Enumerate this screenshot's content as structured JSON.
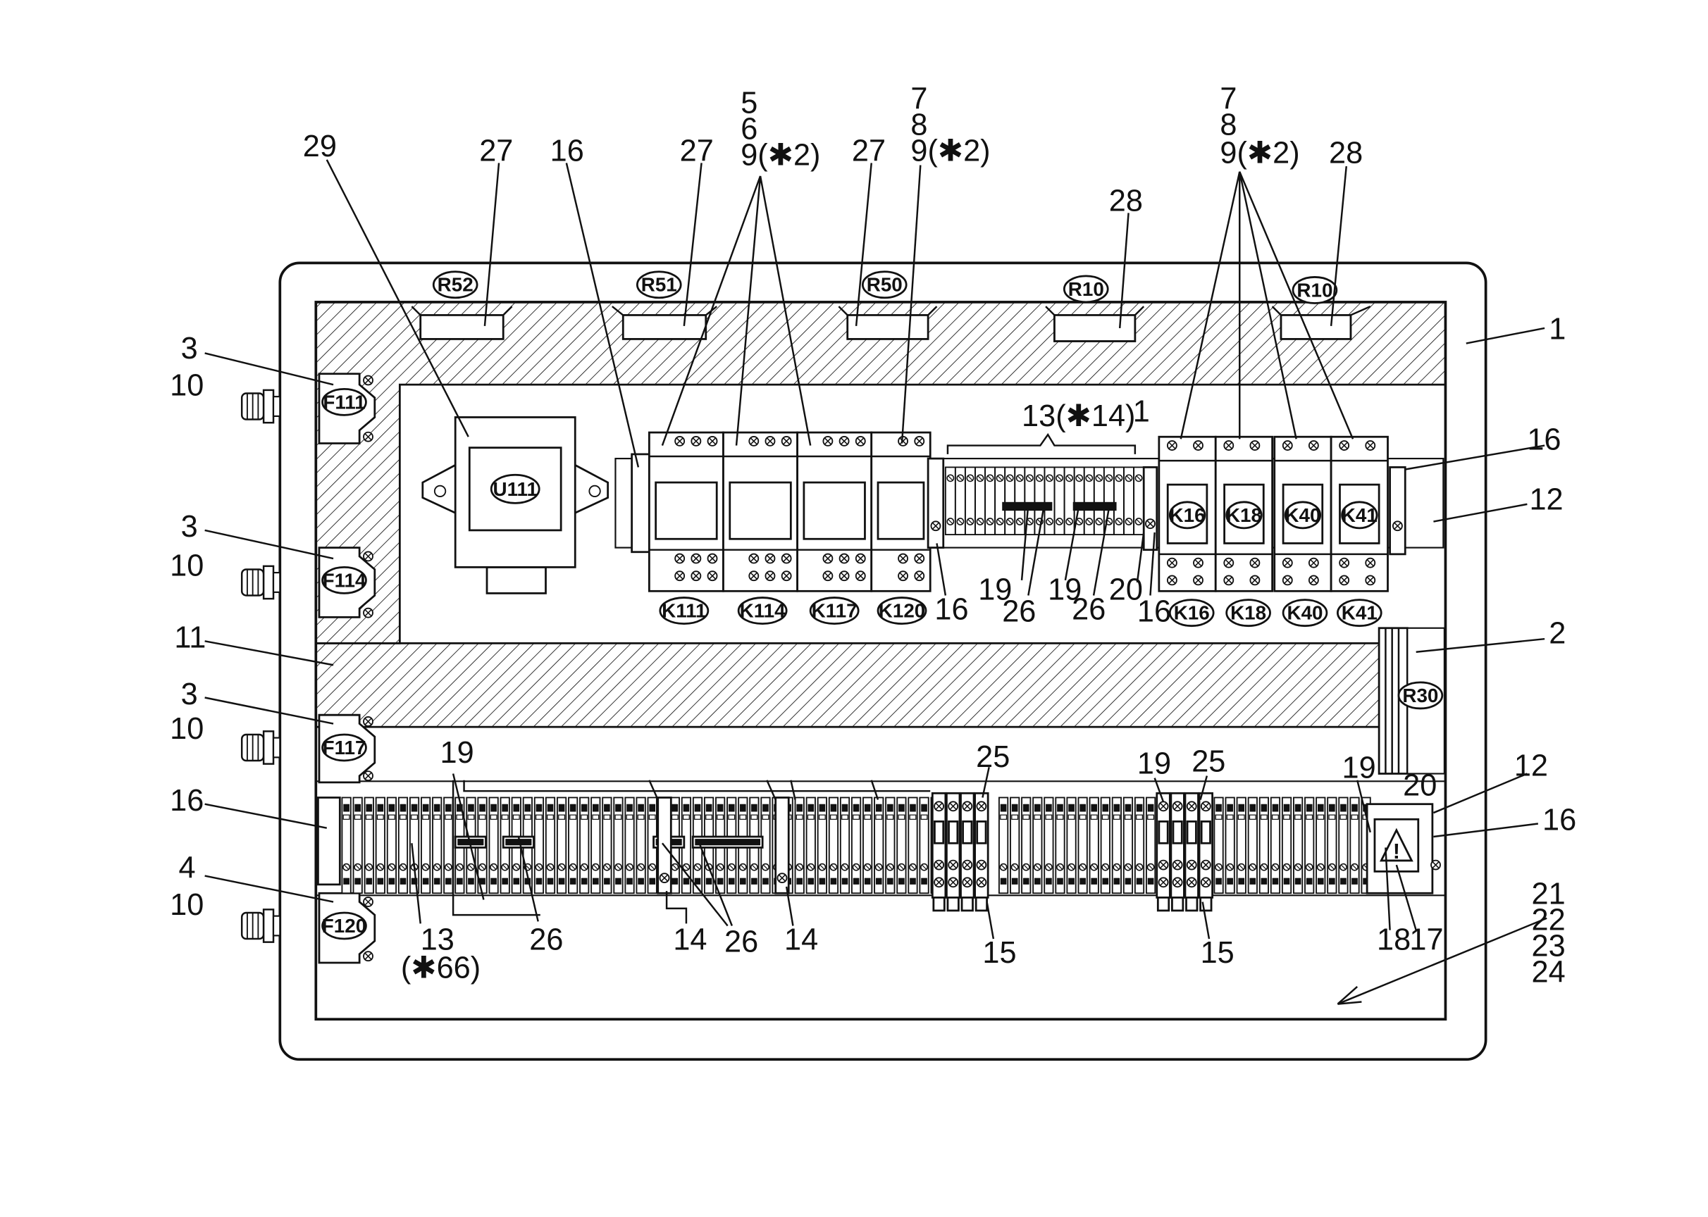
{
  "callouts": {
    "n1_right": "1",
    "n1_mid": "1",
    "n2": "2",
    "n3_a": "3",
    "n3_b": "3",
    "n3_c": "3",
    "n4": "4",
    "n10_a": "10",
    "n10_b": "10",
    "n10_c": "10",
    "n10_d": "10",
    "n11": "11",
    "n12_a": "12",
    "n12_b": "12",
    "n13_top": "13(✱14)",
    "n13_bottom": "13",
    "n13_bottom_count": "(✱66)",
    "n14_a": "14",
    "n14_b": "14",
    "n15_a": "15",
    "n15_b": "15",
    "n16_topleft": "16",
    "n16_a": "16",
    "n16_b": "16",
    "n16_right_top": "16",
    "n16_left_bottom": "16",
    "n16_right_bottom": "16",
    "n17": "17",
    "n18": "18",
    "n19_a": "19",
    "n19_b": "19",
    "n19_c": "19",
    "n19_d": "19",
    "n19_e": "19",
    "n20_a": "20",
    "n20_b": "20",
    "n21": "21",
    "n22": "22",
    "n23": "23",
    "n24": "24",
    "n25_a": "25",
    "n25_b": "25",
    "n26_a": "26",
    "n26_b": "26",
    "n26_c": "26",
    "n26_d": "26",
    "n27_a": "27",
    "n27_b": "27",
    "n27_c": "27",
    "n28_a": "28",
    "n28_b": "28",
    "n29": "29",
    "stack_a_1": "5",
    "stack_a_2": "6",
    "stack_a_3": "9(✱2)",
    "stack_b_1": "7",
    "stack_b_2": "8",
    "stack_b_3": "9(✱2)",
    "stack_c_1": "7",
    "stack_c_2": "8",
    "stack_c_3": "9(✱2)"
  },
  "tags": {
    "r52": "R52",
    "r51": "R51",
    "r50": "R50",
    "r10_a": "R10",
    "r10_b": "R10",
    "r30": "R30",
    "u111": "U111",
    "f111": "F111",
    "f114": "F114",
    "f117": "F117",
    "f120": "F120",
    "k111": "K111",
    "k114": "K114",
    "k117": "K117",
    "k120": "K120",
    "k16_in": "K16",
    "k18_in": "K18",
    "k40_in": "K40",
    "k41_in": "K41",
    "k16_below": "K16",
    "k18_below": "K18",
    "k40_below": "K40",
    "k41_below": "K41"
  },
  "colors": {
    "ink": "#111111",
    "paper": "#ffffff"
  }
}
